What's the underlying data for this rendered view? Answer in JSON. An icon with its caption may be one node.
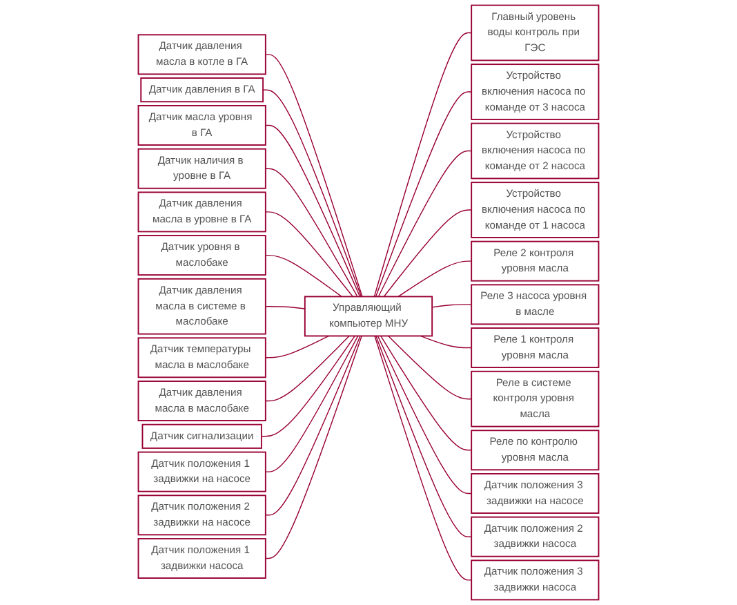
{
  "diagram": {
    "nodes": [
      {
        "text": [
          "Управляющий компьютер МНУ"
        ]
      },
      {
        "text": [
          "Датчик давления масла в котле в ГА"
        ]
      },
      {
        "text": [
          "Датчик давления в ГА"
        ]
      },
      {
        "text": [
          "Датчик масла уровня в ГА"
        ]
      },
      {
        "text": [
          "Датчик наличия в уровне в ГА"
        ]
      },
      {
        "text": [
          "Датчик давления масла в уровне в ГА"
        ]
      },
      {
        "text": [
          "Датчик уровня в маслобаке"
        ]
      },
      {
        "text": [
          "Датчик давления масла в системе в маслобаке"
        ]
      },
      {
        "text": [
          "Датчик температуры масла в маслобаке"
        ]
      },
      {
        "text": [
          "Датчик давления масла в маслобаке"
        ]
      },
      {
        "text": [
          "Датчик сигнализации"
        ]
      },
      {
        "text": [
          "Датчик положения 1 задвижки на насосе"
        ]
      },
      {
        "text": [
          "Датчик положения 2 задвижки на насосе"
        ]
      },
      {
        "text": [
          "Датчик положения 1 задвижки насоса"
        ]
      },
      {
        "text": [
          "Главный уровень воды контроль при ГЭС"
        ]
      },
      {
        "text": [
          "Устройство включения насоса по команде от 3 насоса"
        ]
      },
      {
        "text": [
          "Устройство включения насоса по команде от 2 насоса"
        ]
      },
      {
        "text": [
          "Устройство включения насоса по команде от 1 насоса"
        ]
      },
      {
        "text": [
          "Реле 2 контроля уровня масла"
        ]
      },
      {
        "text": [
          "Реле 3 насоса уровня в масле"
        ]
      },
      {
        "text": [
          "Реле 1 контроля уровня масла"
        ]
      },
      {
        "text": [
          "Реле в системе контроля уровня масла"
        ]
      },
      {
        "text": [
          "Реле по контролю уровня масла"
        ]
      },
      {
        "text": [
          "Датчик положения 3 задвижки на насосе"
        ]
      },
      {
        "text": [
          "Датчик положения 2 задвижки насоса"
        ]
      },
      {
        "text": [
          "Датчик положения 3 задвижки насоса"
        ]
      }
    ],
    "edges": [
      {
        "from": 1,
        "to": 0,
        "arrow": "none"
      },
      {
        "from": 2,
        "to": 0,
        "arrow": "none"
      },
      {
        "from": 3,
        "to": 0,
        "arrow": "none"
      },
      {
        "from": 4,
        "to": 0,
        "arrow": "none"
      },
      {
        "from": 5,
        "to": 0,
        "arrow": "none"
      },
      {
        "from": 6,
        "to": 0,
        "arrow": "none"
      },
      {
        "from": 7,
        "to": 0,
        "arrow": "none"
      },
      {
        "from": 8,
        "to": 0,
        "arrow": "none"
      },
      {
        "from": 9,
        "to": 0,
        "arrow": "none"
      },
      {
        "from": 10,
        "to": 0,
        "arrow": "none"
      },
      {
        "from": 11,
        "to": 0,
        "arrow": "none"
      },
      {
        "from": 12,
        "to": 0,
        "arrow": "none"
      },
      {
        "from": 13,
        "to": 0,
        "arrow": "none"
      },
      {
        "from": 0,
        "to": 14,
        "arrow": "none"
      },
      {
        "from": 0,
        "to": 15,
        "arrow": "none"
      },
      {
        "from": 0,
        "to": 16,
        "arrow": "none"
      },
      {
        "from": 0,
        "to": 17,
        "arrow": "none"
      },
      {
        "from": 0,
        "to": 18,
        "arrow": "none"
      },
      {
        "from": 0,
        "to": 19,
        "arrow": "none"
      },
      {
        "from": 0,
        "to": 20,
        "arrow": "none"
      },
      {
        "from": 0,
        "to": 21,
        "arrow": "none"
      },
      {
        "from": 0,
        "to": 22,
        "arrow": "none"
      },
      {
        "from": 0,
        "to": 23,
        "arrow": "none"
      },
      {
        "from": 0,
        "to": 24,
        "arrow": "none"
      },
      {
        "from": 0,
        "to": 25,
        "arrow": "none"
      }
    ]
  }
}
